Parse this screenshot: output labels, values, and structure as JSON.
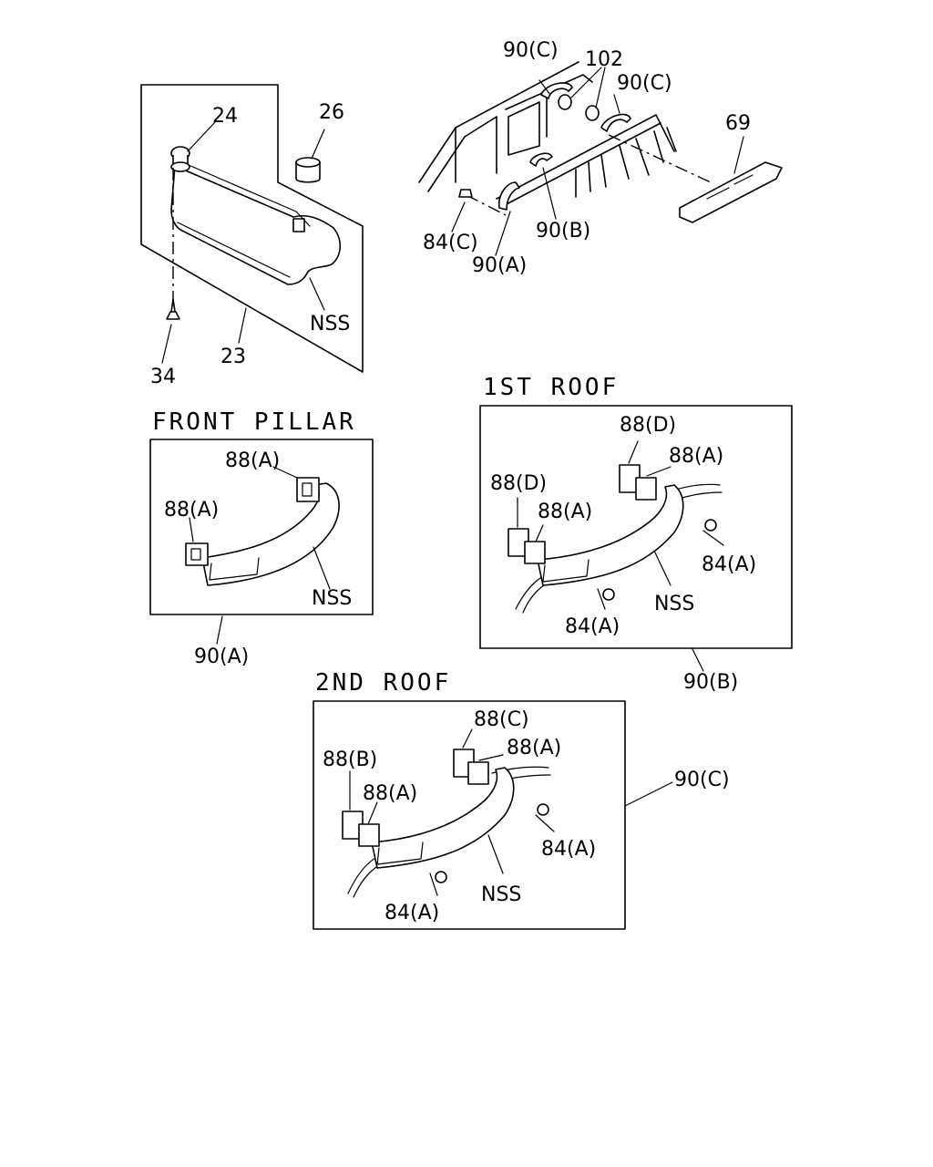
{
  "sections": {
    "front_pillar": "FRONT PILLAR",
    "first_roof": "1ST ROOF",
    "second_roof": "2ND ROOF"
  },
  "labels": {
    "p24": "24",
    "p26": "26",
    "p34": "34",
    "p23": "23",
    "nss": "NSS",
    "p90c": "90(C)",
    "p102": "102",
    "p69": "69",
    "p84c": "84(C)",
    "p90a": "90(A)",
    "p90b": "90(B)",
    "p88a": "88(A)",
    "p88b": "88(B)",
    "p88c": "88(C)",
    "p88d": "88(D)",
    "p84a": "84(A)"
  }
}
